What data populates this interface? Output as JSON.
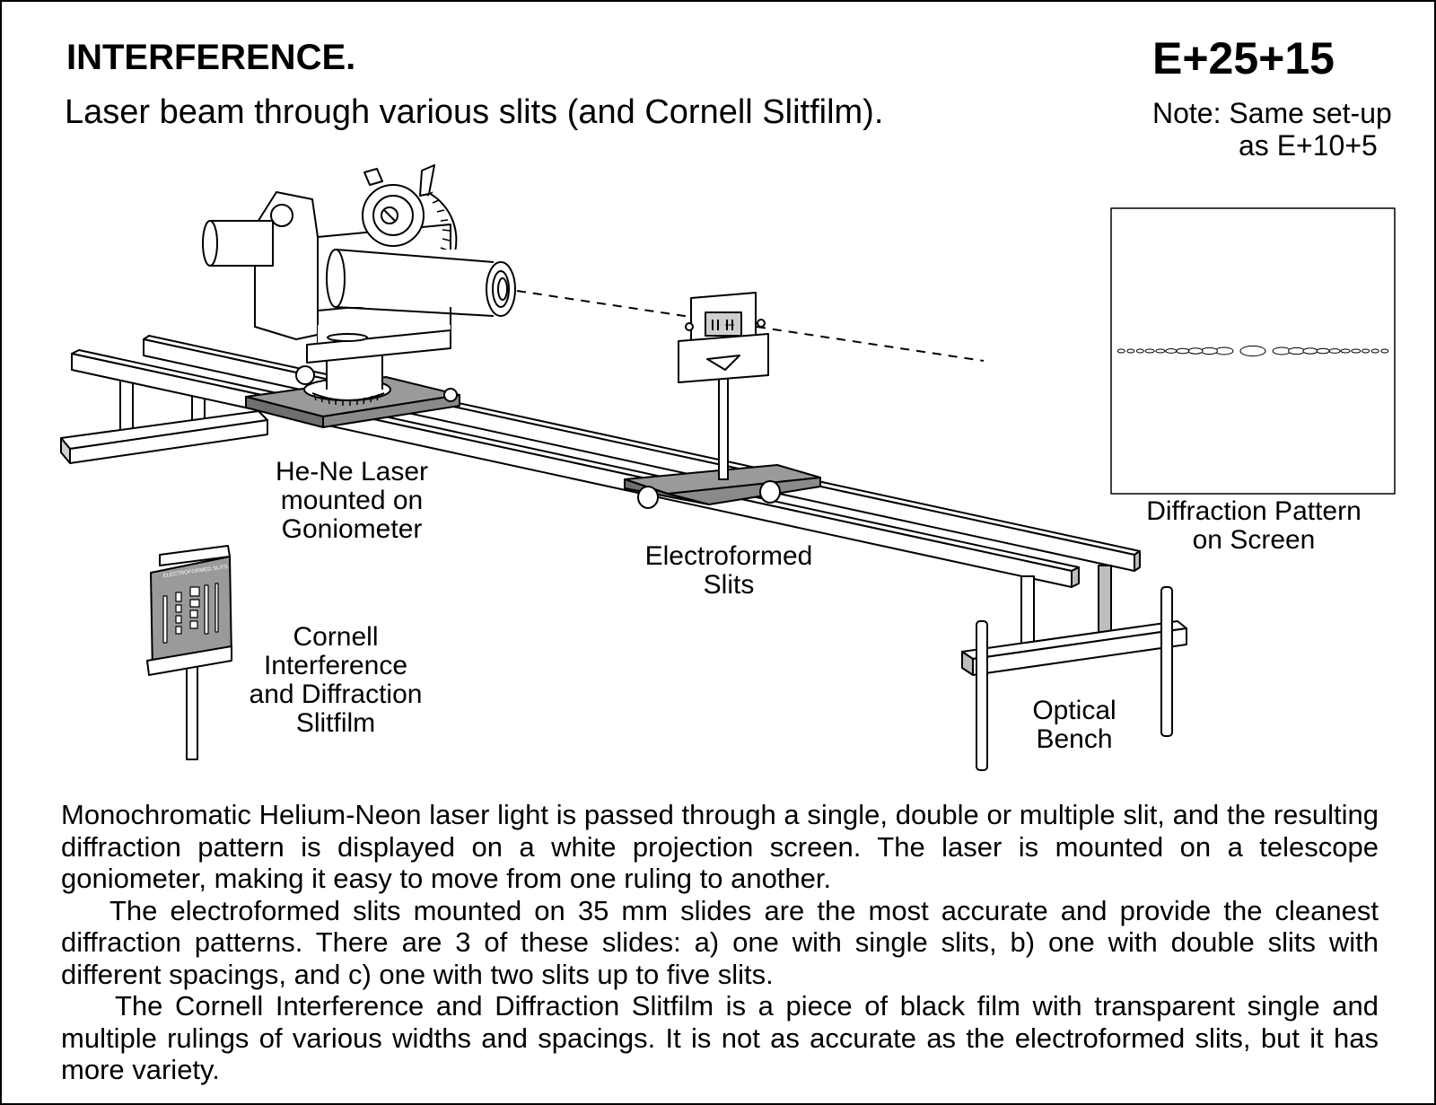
{
  "header": {
    "title": "INTERFERENCE.",
    "code": "E+25+15",
    "subtitle": "Laser beam through various slits (and Cornell Slitfilm).",
    "note_label": "Note:",
    "note_line1": "Same set-up",
    "note_line2": "as E+10+5"
  },
  "labels": {
    "laser": [
      "He-Ne Laser",
      "mounted on",
      "Goniometer"
    ],
    "slits": [
      "Electroformed",
      "Slits"
    ],
    "pattern": [
      "Diffraction Pattern",
      "on Screen"
    ],
    "slitfilm": [
      "Cornell",
      "Interference",
      "and Diffraction",
      "Slitfilm"
    ],
    "bench": [
      "Optical",
      "Bench"
    ],
    "slitfilm_card_text": "ELECTROFORMED SLITS"
  },
  "description": [
    "Monochromatic Helium-Neon laser light is passed through a single, double or multiple slit, and the resulting diffraction pattern is displayed on a white projection screen. The laser is mounted on a telescope goniometer, making it easy to move from one ruling to another.",
    "The electroformed slits mounted on 35 mm slides are the most accurate and provide the cleanest diffraction patterns. There are 3 of these slides: a) one with single slits, b) one with double slits with different spacings, and c) one with two slits up to five slits.",
    "The Cornell Interference and Diffraction Slitfilm is a piece of black film with transparent single and multiple rulings of various widths and spacings. It is not as accurate as the electroformed slits, but it has more variety."
  ],
  "colors": {
    "line": "#000000",
    "shade": "#9a9a9a",
    "light_shade": "#d6d6d6",
    "background": "#ffffff"
  }
}
